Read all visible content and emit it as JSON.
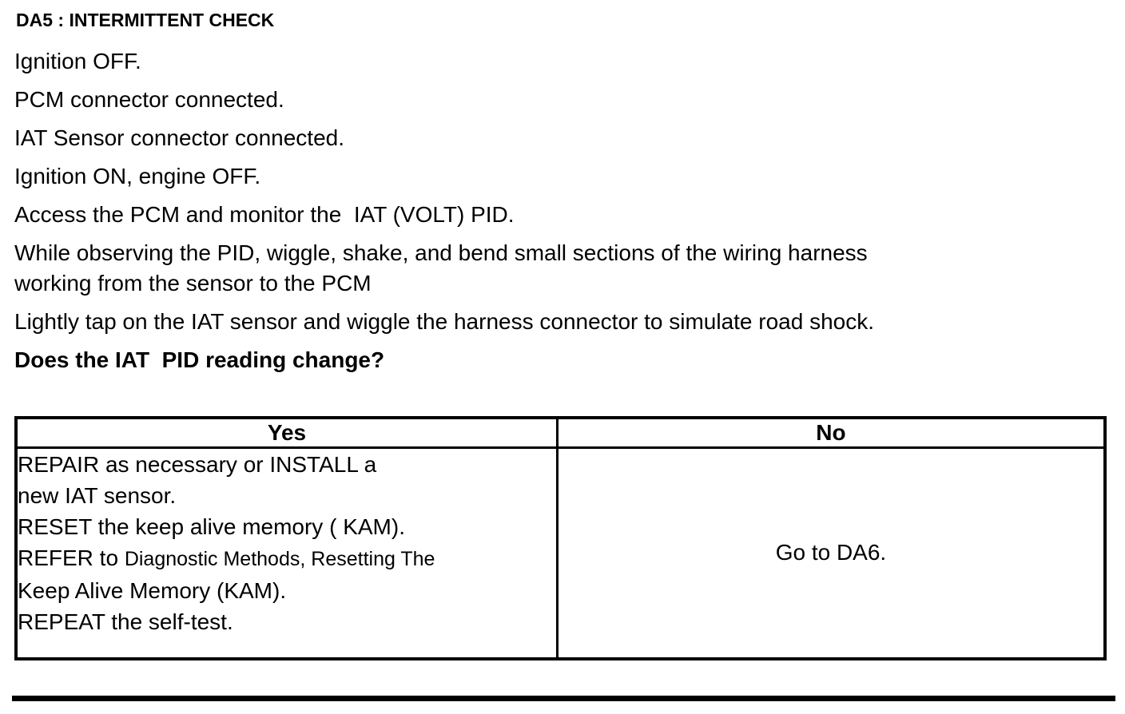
{
  "document": {
    "title": "DA5 : INTERMITTENT CHECK",
    "steps": [
      "Ignition OFF.",
      "PCM connector connected.",
      "IAT Sensor connector connected.",
      "Ignition ON, engine OFF.",
      "Access the PCM and monitor the  IAT (VOLT) PID.",
      "While observing the PID, wiggle, shake, and bend small sections of the wiring harness\nworking from the sensor to the PCM",
      "Lightly tap on the IAT sensor and wiggle the harness connector to simulate road shock."
    ],
    "question": "Does the IAT  PID reading change?",
    "result_table": {
      "yes_header": "Yes",
      "no_header": "No",
      "yes_cell": {
        "line1": "REPAIR as necessary or INSTALL a",
        "line2": "new IAT sensor.",
        "line3": "RESET the keep alive memory ( KAM).",
        "line4_prefix": "REFER to ",
        "line4_reference": "Diagnostic Methods, Resetting The",
        "line5": "Keep Alive Memory (KAM).",
        "line6": "REPEAT the self-test."
      },
      "no_cell": "Go to DA6."
    }
  }
}
